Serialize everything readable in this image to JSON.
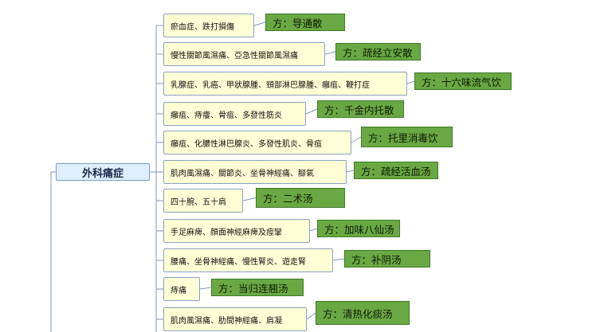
{
  "root": {
    "label": "外科痛症"
  },
  "branches": [
    {
      "condition": "瘀血症、跌打損傷",
      "formula": "方：导通散"
    },
    {
      "condition": "慢性關節風濕痛、亞急性關節風濕痛",
      "formula": "方：疏经立安散"
    },
    {
      "condition": "乳腺症、乳癌、甲狀腺腫、頸部淋巴腺腫、癰疽、鞭打症",
      "formula": "方：十六味流气饮"
    },
    {
      "condition": "癰疽、痔瘻、骨疽、多發性筋炎",
      "formula": "方：千金内托散"
    },
    {
      "condition": "癰疽、化膿性淋巴腺炎、多發性肌炎、骨疽",
      "formula": "方：托里消毒饮"
    },
    {
      "condition": "肌肉風濕痛、關節炎、坐骨神經痛、腳氣",
      "formula": "方：疏经活血汤"
    },
    {
      "condition": "四十腕、五十肩",
      "formula": "方：二术汤"
    },
    {
      "condition": "手足麻痺、顔面神經麻痺及痙攣",
      "formula": "方：加味八仙汤"
    },
    {
      "condition": "腰痛、坐骨神經痛、慢性腎炎、遊走腎",
      "formula": "方：补阴汤"
    },
    {
      "condition": "痔痛",
      "formula": "方：当归连翘汤"
    },
    {
      "condition": "肌肉風濕痛、肋間神經痛、肩凝",
      "formula": "方：清热化痰汤"
    }
  ],
  "colors": {
    "condition_fill": "#ffffd6",
    "formula_fill": "#6aa843",
    "root_fill": "#dfefff",
    "line": "#7f98bf"
  }
}
